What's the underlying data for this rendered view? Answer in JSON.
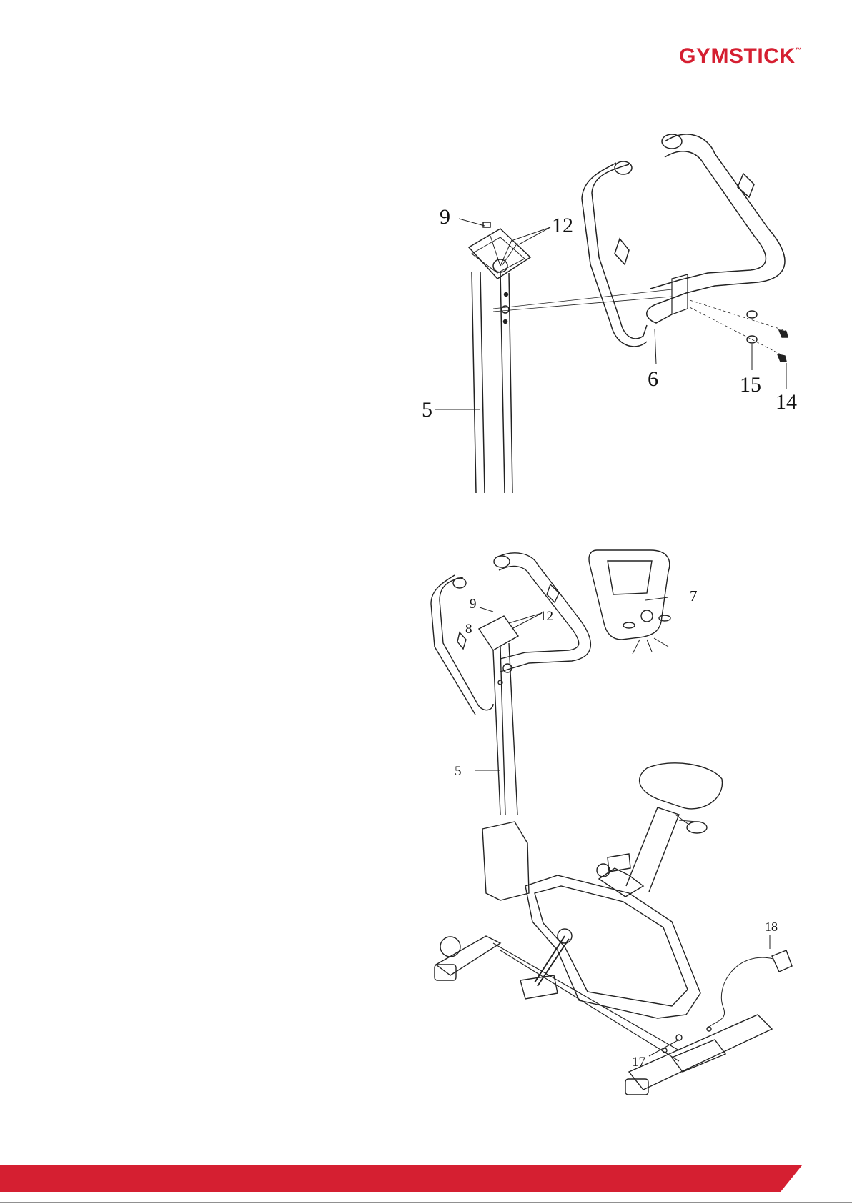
{
  "brand": {
    "name": "GYMSTICK",
    "mark": "™",
    "color": "#d51f31"
  },
  "figure_top": {
    "callouts": {
      "c9": "9",
      "c12": "12",
      "c5": "5",
      "c6": "6",
      "c15": "15",
      "c14": "14"
    }
  },
  "figure_bottom": {
    "callouts": {
      "c9": "9",
      "c8": "8",
      "c12": "12",
      "c7": "7",
      "c5": "5",
      "c17": "17",
      "c18": "18"
    }
  },
  "footer": {
    "bar_color": "#d51f31"
  }
}
